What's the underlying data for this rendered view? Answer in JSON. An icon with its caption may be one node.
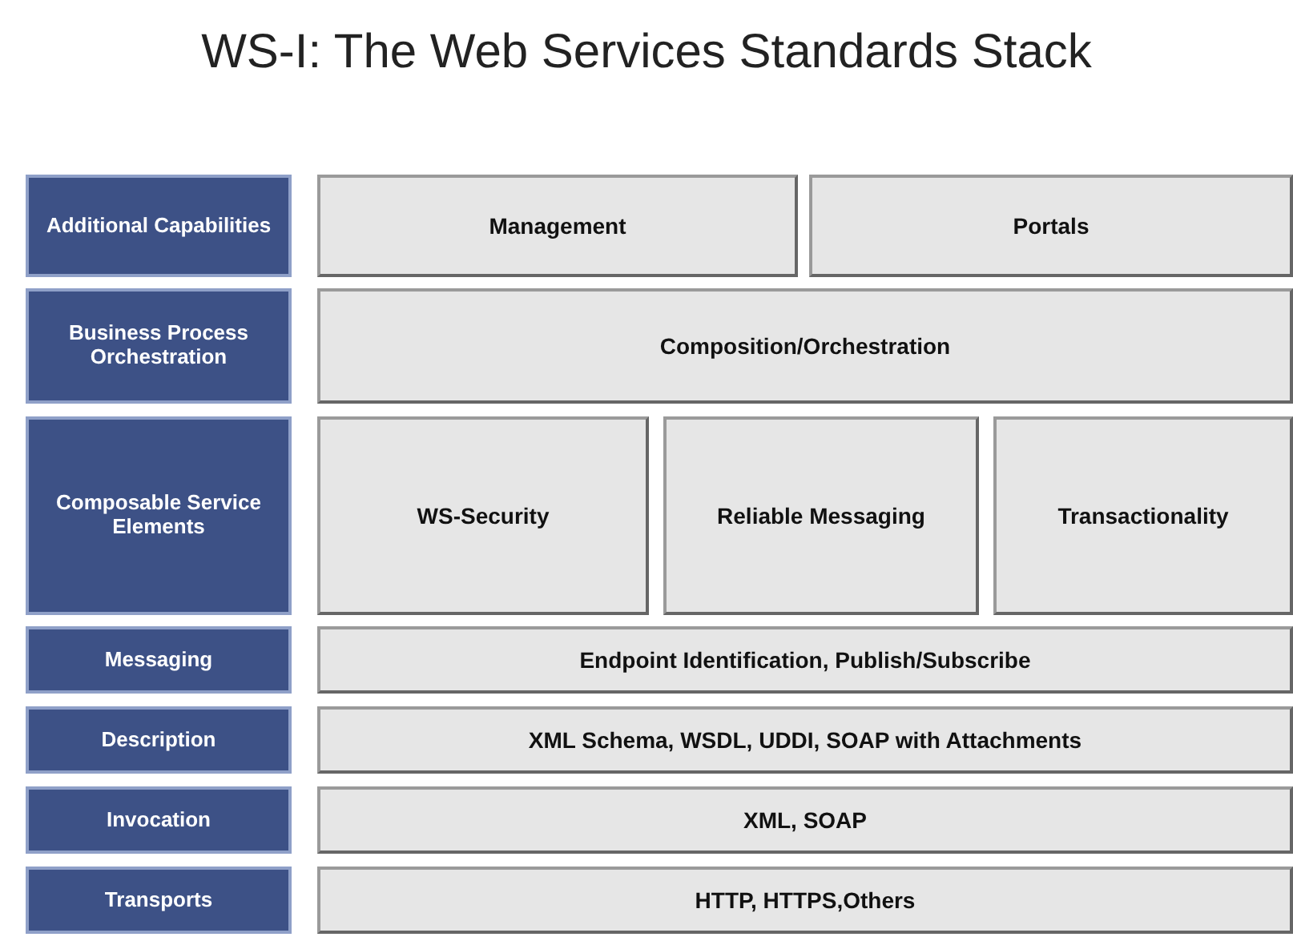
{
  "diagram": {
    "title": "WS-I: The Web Services Standards Stack",
    "nodes": [
      {
        "text": [
          "Additional Capabilities"
        ]
      },
      {
        "text": [
          "Management"
        ]
      },
      {
        "text": [
          "Portals"
        ]
      },
      {
        "text": [
          "Business Process Orchestration"
        ]
      },
      {
        "text": [
          "Composition/Orchestration"
        ]
      },
      {
        "text": [
          "Composable Service Elements"
        ]
      },
      {
        "text": [
          "WS-Security"
        ]
      },
      {
        "text": [
          "Reliable Messaging"
        ]
      },
      {
        "text": [
          "Transactionality"
        ]
      },
      {
        "text": [
          "Messaging"
        ]
      },
      {
        "text": [
          "Endpoint Identification, Publish/Subscribe"
        ]
      },
      {
        "text": [
          "Description"
        ]
      },
      {
        "text": [
          "XML Schema, WSDL, UDDI, SOAP with Attachments"
        ]
      },
      {
        "text": [
          "Invocation"
        ]
      },
      {
        "text": [
          "XML, SOAP"
        ]
      },
      {
        "text": [
          "Transports"
        ]
      },
      {
        "text": [
          "HTTP, HTTPS,Others"
        ]
      }
    ]
  }
}
